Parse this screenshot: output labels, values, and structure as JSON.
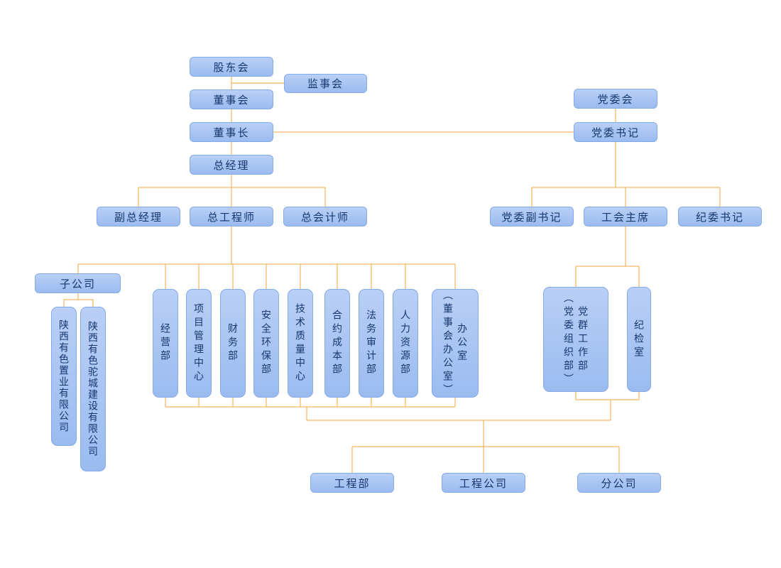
{
  "colors": {
    "box_fill_top": "#b9cff6",
    "box_fill_bottom": "#9bbbf0",
    "box_border": "#84abe8",
    "box_text": "#17376e",
    "connector": "#f0a73e",
    "background": "#ffffff"
  },
  "nodes": {
    "shareholders": {
      "label": "股东会"
    },
    "supervisory": {
      "label": "监事会"
    },
    "board": {
      "label": "董事会"
    },
    "chairman": {
      "label": "董事长"
    },
    "general_manager": {
      "label": "总经理"
    },
    "party_committee": {
      "label": "党委会"
    },
    "party_secretary": {
      "label": "党委书记"
    },
    "deputy_gm": {
      "label": "副总经理"
    },
    "chief_engineer": {
      "label": "总工程师"
    },
    "chief_accountant": {
      "label": "总会计师"
    },
    "deputy_party_secretary": {
      "label": "党委副书记"
    },
    "union_chairman": {
      "label": "工会主席"
    },
    "discipline_secretary": {
      "label": "纪委书记"
    },
    "subsidiary": {
      "label": "子公司"
    },
    "company_zhiye": {
      "label": "陕西有色置业有限公司"
    },
    "company_tuocheng": {
      "label": "陕西有色驼城建设有限公司"
    },
    "dept_operations": {
      "label": "经营部"
    },
    "dept_project_mgmt": {
      "label": "项目管理中心"
    },
    "dept_finance": {
      "label": "财务部"
    },
    "dept_safety_env": {
      "label": "安全环保部"
    },
    "dept_tech_quality": {
      "label": "技术质量中心"
    },
    "dept_contract_cost": {
      "label": "合约成本部"
    },
    "dept_legal_audit": {
      "label": "法务审计部"
    },
    "dept_hr": {
      "label": "人力资源部"
    },
    "dept_office": {
      "label": "办公室",
      "sublabel": "（董事会办公室）"
    },
    "dept_party_mass": {
      "label": "党群工作部",
      "sublabel": "（党委组织部）"
    },
    "dept_discipline_office": {
      "label": "纪检室"
    },
    "dept_engineering": {
      "label": "工程部"
    },
    "engineering_company": {
      "label": "工程公司"
    },
    "branch_company": {
      "label": "分公司"
    }
  },
  "edges": [
    {
      "from": "shareholders",
      "to": [
        "board",
        "supervisory"
      ]
    },
    {
      "from": "board",
      "to": [
        "chairman"
      ]
    },
    {
      "from": "chairman",
      "to": [
        "general_manager",
        "party_secretary"
      ]
    },
    {
      "from": "party_committee",
      "to": [
        "party_secretary"
      ]
    },
    {
      "from": "general_manager",
      "to": [
        "deputy_gm",
        "chief_engineer",
        "chief_accountant"
      ]
    },
    {
      "from": "party_secretary",
      "to": [
        "deputy_party_secretary",
        "union_chairman",
        "discipline_secretary"
      ]
    },
    {
      "from": "chief_engineer",
      "to": [
        "subsidiary",
        "dept_operations",
        "dept_project_mgmt",
        "dept_finance",
        "dept_safety_env",
        "dept_tech_quality",
        "dept_contract_cost",
        "dept_legal_audit",
        "dept_hr",
        "dept_office"
      ]
    },
    {
      "from": "subsidiary",
      "to": [
        "company_zhiye",
        "company_tuocheng"
      ]
    },
    {
      "from": "union_chairman",
      "to": [
        "dept_party_mass",
        "dept_discipline_office"
      ]
    },
    {
      "from": "departments_joint",
      "to": [
        "dept_engineering",
        "engineering_company",
        "branch_company"
      ]
    }
  ]
}
